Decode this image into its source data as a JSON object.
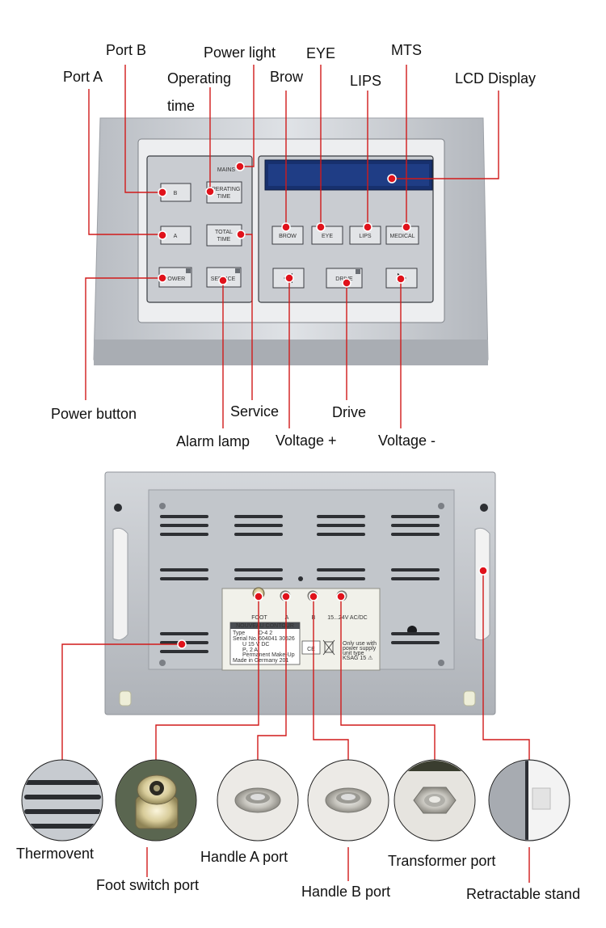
{
  "front_labels": {
    "port_b": "Port B",
    "power_light": "Power light",
    "eye": "EYE",
    "mts": "MTS",
    "port_a": "Port A",
    "operating": "Operating",
    "time": "time",
    "brow": "Brow",
    "lips": "LIPS",
    "lcd_display": "LCD Display",
    "power_button": "Power button",
    "service": "Service",
    "drive": "Drive",
    "alarm_lamp": "Alarm lamp",
    "voltage_plus": "Voltage +",
    "voltage_minus": "Voltage -"
  },
  "panel_buttons": {
    "mains": "MAINS",
    "b": "B",
    "operating_time_1": "OPERATING",
    "operating_time_2": "TIME",
    "a": "A",
    "total_time_1": "TOTAL",
    "total_time_2": "TIME",
    "power": "POWER",
    "service": "SERVICE",
    "brow": "BROW",
    "eye": "EYE",
    "lips": "LIPS",
    "medical": "MEDICAL",
    "drive": "DRIVE"
  },
  "back_panel": {
    "port_labels": [
      "FOOT",
      "A",
      "B",
      "15...24V  AC/DC"
    ],
    "brand": "NOUVEAU CONTOUR",
    "type_label": "Type",
    "type_value": "D-4 2",
    "serial_label": "Serial No.",
    "serial_value": "604041 30526",
    "voltage_line": "U  15 V DC",
    "power_line": "P₁ 2 A",
    "pmu_line": "Permanent Make-Up",
    "made_in": "Made in Germany 201",
    "ce_mark": "CE",
    "note_lines": [
      "Only use with",
      "power supply",
      "unit type",
      "KSAG 15 ⚠"
    ]
  },
  "back_labels": {
    "thermovent": "Thermovent",
    "foot_switch_port": "Foot switch port",
    "handle_a_port": "Handle A port",
    "transformer_port": "Transformer port",
    "handle_b_port": "Handle B port",
    "retractable_stand": "Retractable stand"
  },
  "colors": {
    "leader": "#d11a1a",
    "dot": "#e0121b",
    "lcd": "#17306e",
    "housing": "#c9cdd2"
  }
}
